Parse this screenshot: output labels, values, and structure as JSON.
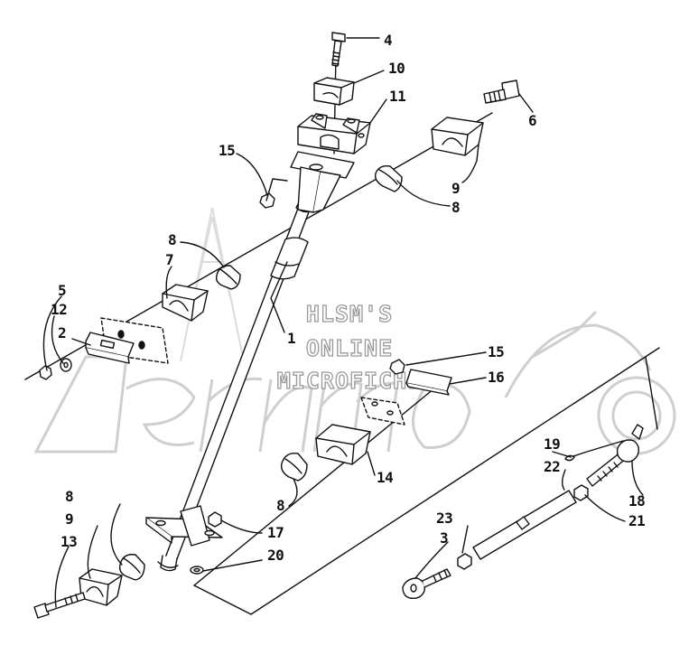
{
  "watermark": {
    "lines": [
      "HLSM'S",
      "ONLINE",
      "MICROFICHE"
    ],
    "brand": "Arctic Cat"
  },
  "callouts": [
    {
      "id": "c4",
      "text": "4"
    },
    {
      "id": "c10",
      "text": "10"
    },
    {
      "id": "c11",
      "text": "11"
    },
    {
      "id": "c15a",
      "text": "15"
    },
    {
      "id": "c6",
      "text": "6"
    },
    {
      "id": "c9a",
      "text": "9"
    },
    {
      "id": "c8a",
      "text": "8"
    },
    {
      "id": "c8b",
      "text": "8"
    },
    {
      "id": "c7",
      "text": "7"
    },
    {
      "id": "c5",
      "text": "5"
    },
    {
      "id": "c12",
      "text": "12"
    },
    {
      "id": "c2",
      "text": "2"
    },
    {
      "id": "c1",
      "text": "1"
    },
    {
      "id": "c15b",
      "text": "15"
    },
    {
      "id": "c16",
      "text": "16"
    },
    {
      "id": "c14",
      "text": "14"
    },
    {
      "id": "c8c",
      "text": "8"
    },
    {
      "id": "c19",
      "text": "19"
    },
    {
      "id": "c22",
      "text": "22"
    },
    {
      "id": "c18",
      "text": "18"
    },
    {
      "id": "c21",
      "text": "21"
    },
    {
      "id": "c8d",
      "text": "8"
    },
    {
      "id": "c9b",
      "text": "9"
    },
    {
      "id": "c13",
      "text": "13"
    },
    {
      "id": "c17",
      "text": "17"
    },
    {
      "id": "c20",
      "text": "20"
    },
    {
      "id": "c23",
      "text": "23"
    },
    {
      "id": "c3",
      "text": "3"
    }
  ]
}
